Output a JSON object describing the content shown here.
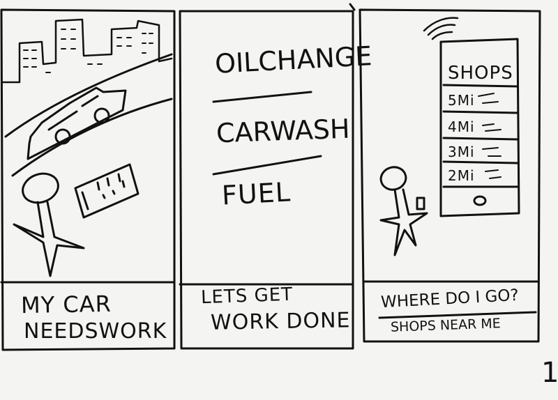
{
  "panels": [
    {
      "caption": [
        "MY CAR",
        "NEEDSWORK"
      ],
      "scene": "city-car-person-phone"
    },
    {
      "menu_items": [
        "OILCHANGE",
        "CARWASH",
        "FUEL"
      ],
      "caption": [
        "LETS GET",
        "WORK DONE"
      ]
    },
    {
      "phone": {
        "header": "SHOPS",
        "rows": [
          "5Mi",
          "4Mi",
          "3Mi",
          "2Mi"
        ]
      },
      "caption": [
        "WHERE DO I GO?",
        "SHOPS NEAR ME"
      ]
    }
  ],
  "page_number": "1",
  "colors": {
    "ink": "#111111",
    "paper": "#f4f4f2"
  }
}
